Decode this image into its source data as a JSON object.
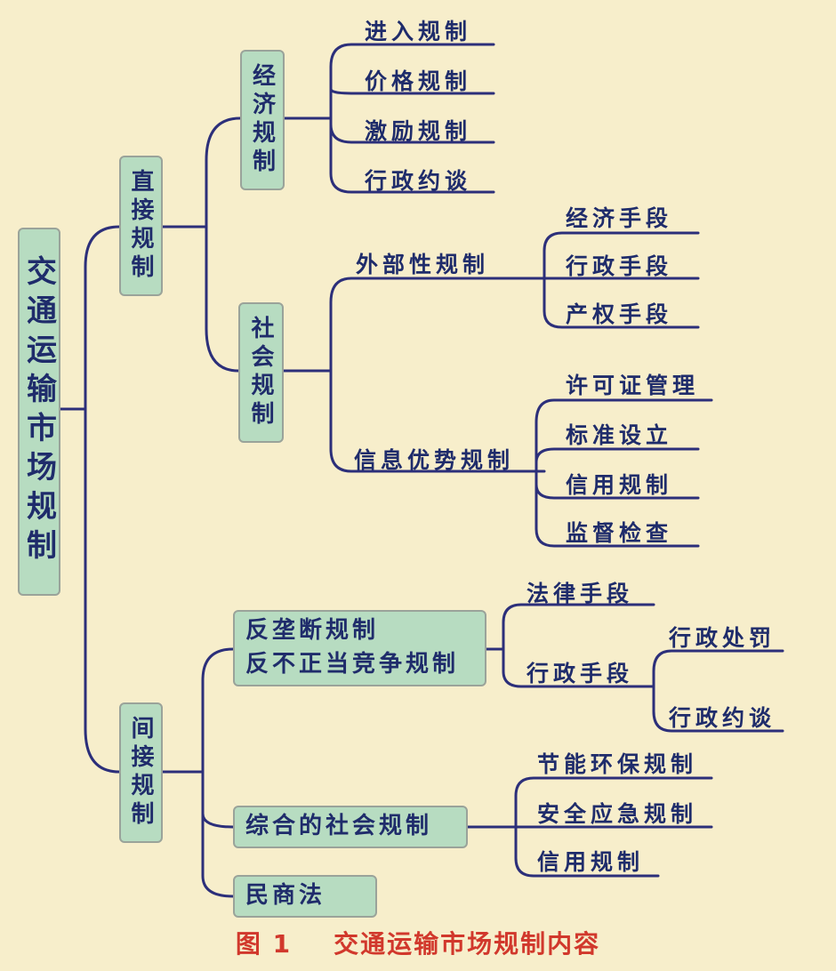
{
  "root": {
    "label": "交通运输市场规制"
  },
  "direct": {
    "label": "直接规制",
    "economic": {
      "label": "经济规制",
      "items": [
        "进入规制",
        "价格规制",
        "激励规制",
        "行政约谈"
      ]
    },
    "social": {
      "label": "社会规制",
      "externality": {
        "label": "外部性规制",
        "items": [
          "经济手段",
          "行政手段",
          "产权手段"
        ]
      },
      "information": {
        "label": "信息优势规制",
        "items": [
          "许可证管理",
          "标准设立",
          "信用规制",
          "监督检查"
        ]
      }
    }
  },
  "indirect": {
    "label": "间接规制",
    "antitrust": {
      "label": "反垄断规制\n反不正当竞争规制",
      "legal": "法律手段",
      "admin": {
        "label": "行政手段",
        "items": [
          "行政处罚",
          "行政约谈"
        ]
      }
    },
    "comprehensive": {
      "label": "综合的社会规制",
      "items": [
        "节能环保规制",
        "安全应急规制",
        "信用规制"
      ]
    },
    "civil": {
      "label": "民商法"
    }
  },
  "caption": "图 1    交通运输市场规制内容",
  "colors": {
    "line": "#2c2f7a",
    "box": "#b7dcc1",
    "text": "#1f2c6b",
    "caption": "#d1382c",
    "background": "#f7eecb"
  }
}
